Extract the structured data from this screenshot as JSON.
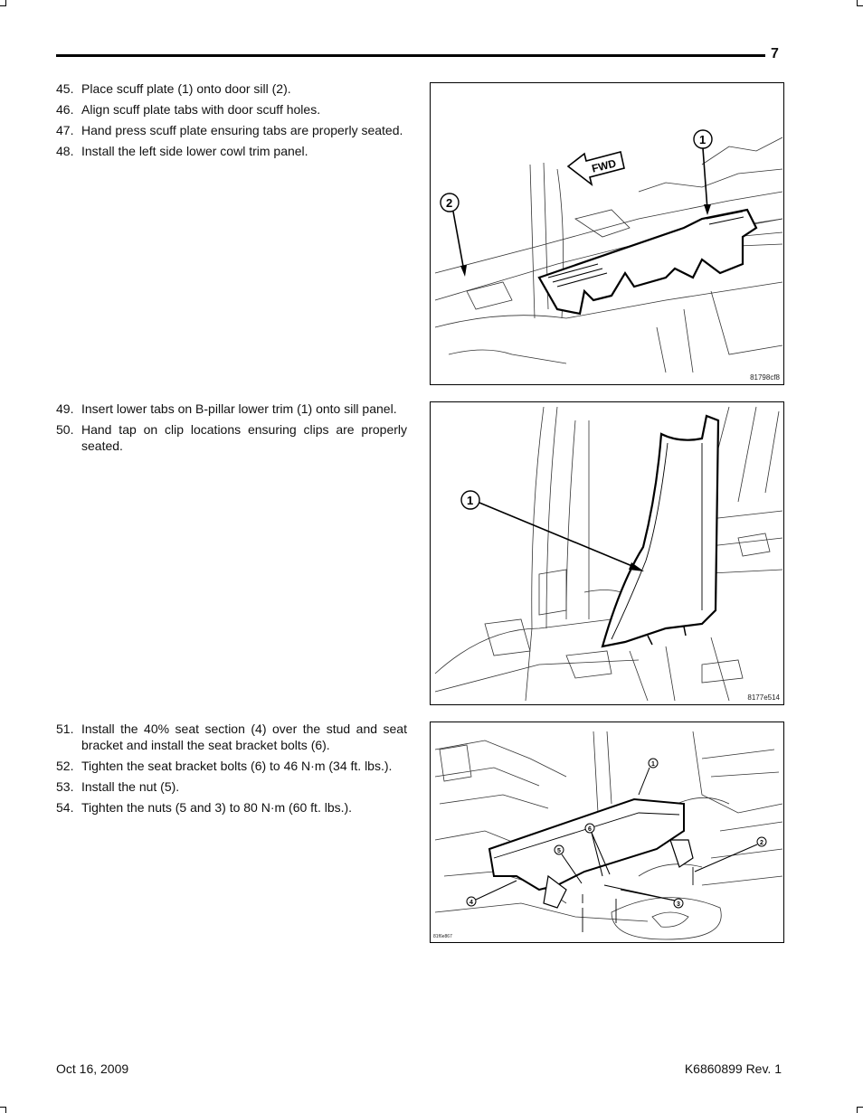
{
  "page": {
    "number": "7"
  },
  "sections": [
    {
      "steps": [
        {
          "num": "45.",
          "text": "Place scuff plate (1) onto door sill (2)."
        },
        {
          "num": "46.",
          "text": "Align scuff plate tabs with door scuff holes."
        },
        {
          "num": "47.",
          "text": "Hand press scuff plate ensuring tabs are properly seated."
        },
        {
          "num": "48.",
          "text": "Install the left side lower cowl trim panel."
        }
      ],
      "figure": {
        "id": "81798cf8",
        "callouts": [
          "1",
          "2"
        ],
        "arrow_label": "FWD"
      }
    },
    {
      "steps": [
        {
          "num": "49.",
          "text": "Insert lower tabs on B-pillar lower trim (1) onto sill panel."
        },
        {
          "num": "50.",
          "text": "Hand tap on clip locations ensuring clips are properly seated."
        }
      ],
      "figure": {
        "id": "8177e514",
        "callouts": [
          "1"
        ]
      }
    },
    {
      "steps": [
        {
          "num": "51.",
          "text": "Install the 40% seat section (4) over the stud and seat bracket and install the seat bracket bolts (6)."
        },
        {
          "num": "52.",
          "text": "Tighten the seat bracket bolts (6) to 46 N·m (34 ft. lbs.)."
        },
        {
          "num": "53.",
          "text": "Install the nut (5)."
        },
        {
          "num": "54.",
          "text": "Tighten the nuts (5 and 3) to 80 N·m (60 ft. lbs.)."
        }
      ],
      "figure": {
        "id": "81f6e867",
        "callouts": [
          "1",
          "2",
          "3",
          "4",
          "5",
          "6"
        ]
      }
    }
  ],
  "footer": {
    "date": "Oct 16, 2009",
    "doc": "K6860899 Rev. 1"
  }
}
